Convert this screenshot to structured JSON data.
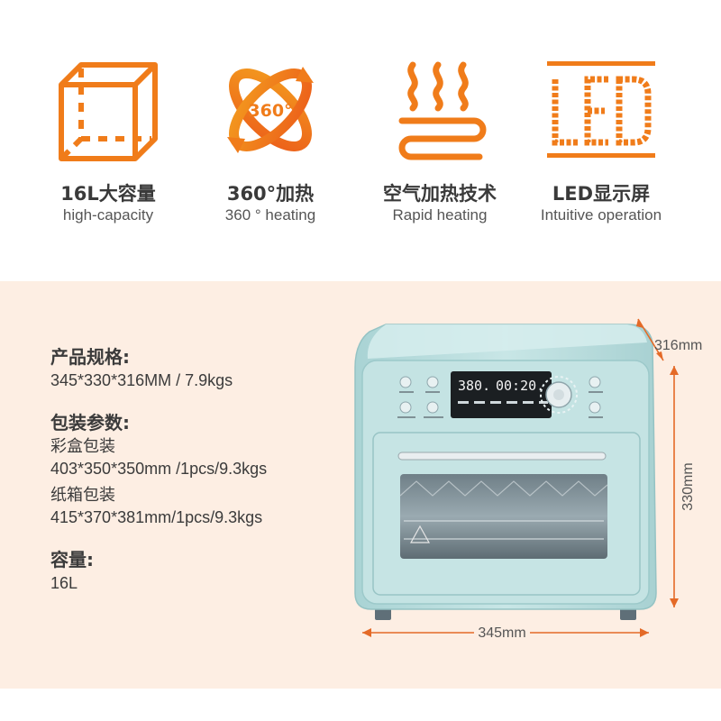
{
  "features": [
    {
      "title": "16L大容量",
      "subtitle": "high-capacity",
      "icon": "cube-icon"
    },
    {
      "title": "360°加热",
      "subtitle": "360 ° heating",
      "icon": "rotation-360-icon",
      "icon_text": "360°"
    },
    {
      "title": "空气加热技术",
      "subtitle": "Rapid heating",
      "icon": "steam-heating-icon"
    },
    {
      "title": "LED显示屏",
      "subtitle": "Intuitive operation",
      "icon": "led-display-icon"
    }
  ],
  "specs": {
    "size_label": "产品规格:",
    "size_value": "345*330*316MM / 7.9kgs",
    "package_label": "包装参数:",
    "color_box_label": "彩盒包装",
    "color_box_value": "403*350*350mm /1pcs/9.3kgs",
    "carton_label": "纸箱包装",
    "carton_value": "415*370*381mm/1pcs/9.3kgs",
    "capacity_label": "容量:",
    "capacity_value": "16L"
  },
  "oven": {
    "display_temp": "380.",
    "display_time": "00:20.",
    "depth": "316mm",
    "height": "330mm",
    "width": "345mm"
  },
  "colors": {
    "accent_orange": "#f07c1a",
    "oven_body": "#bfe1e1",
    "background_peach": "#fdeee3",
    "dimension_arrow": "#e46a27"
  }
}
